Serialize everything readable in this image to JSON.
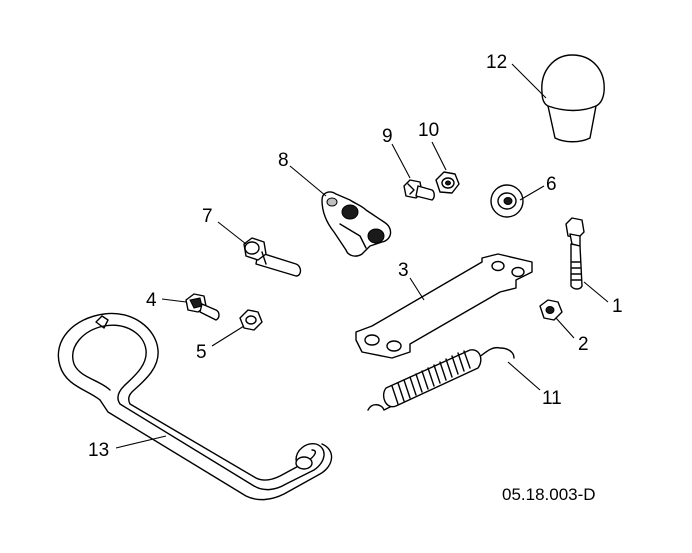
{
  "document_number": "05.18.003-D",
  "callouts": [
    {
      "id": "1",
      "label": "1"
    },
    {
      "id": "2",
      "label": "2"
    },
    {
      "id": "3",
      "label": "3"
    },
    {
      "id": "4",
      "label": "4"
    },
    {
      "id": "5",
      "label": "5"
    },
    {
      "id": "6",
      "label": "6"
    },
    {
      "id": "7",
      "label": "7"
    },
    {
      "id": "8",
      "label": "8"
    },
    {
      "id": "9",
      "label": "9"
    },
    {
      "id": "10",
      "label": "10"
    },
    {
      "id": "11",
      "label": "11"
    },
    {
      "id": "12",
      "label": "12"
    },
    {
      "id": "13",
      "label": "13"
    }
  ]
}
